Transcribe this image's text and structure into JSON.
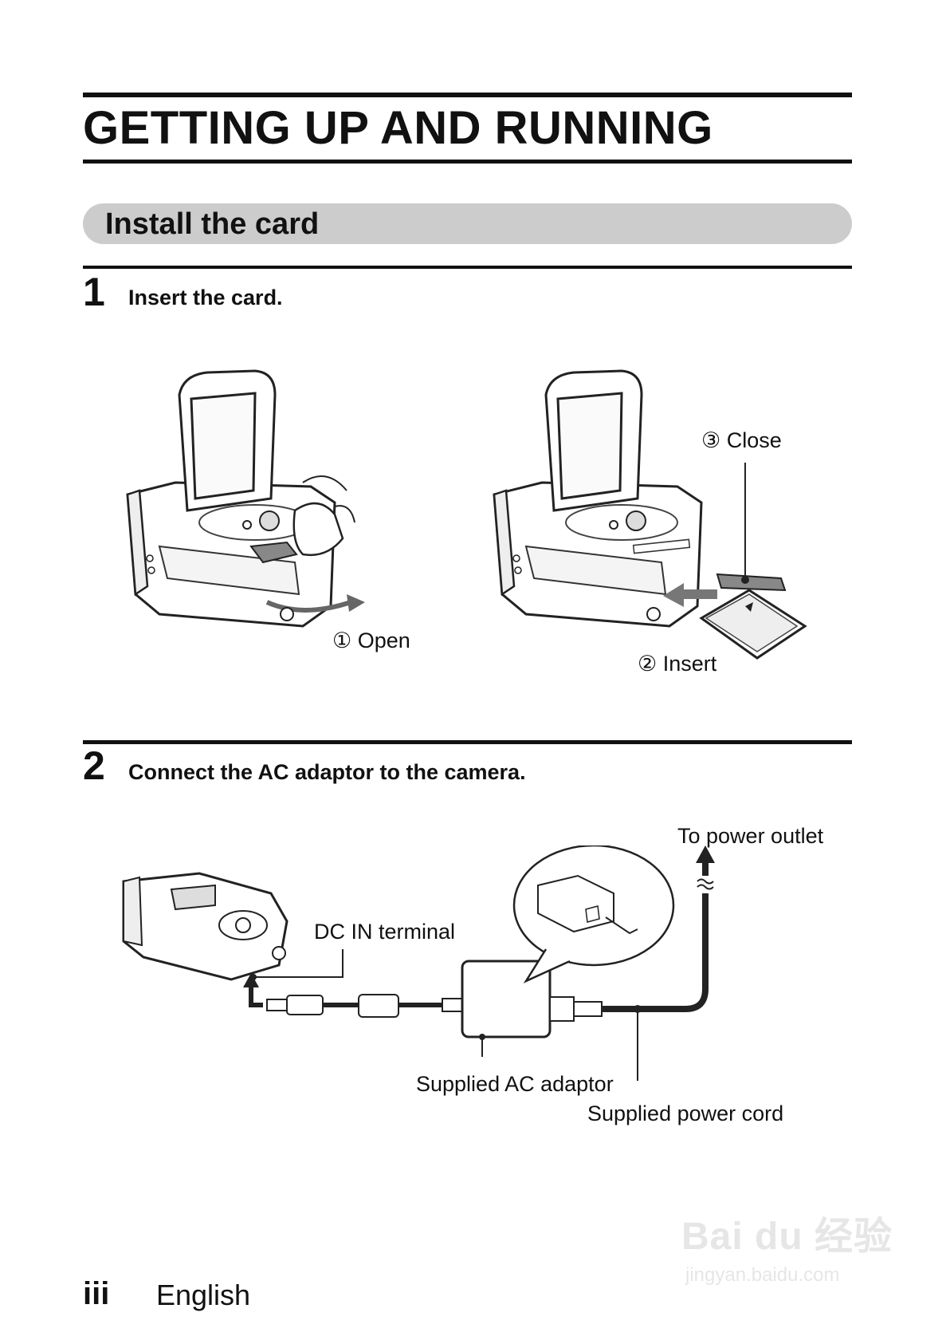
{
  "page": {
    "title": "GETTING UP AND RUNNING",
    "section_title": "Install the card"
  },
  "steps": [
    {
      "number": "1",
      "text": "Insert the card."
    },
    {
      "number": "2",
      "text": "Connect the AC adaptor to the camera."
    }
  ],
  "figure1": {
    "open_label": "① Open",
    "insert_label": "② Insert",
    "close_label": "③ Close"
  },
  "figure2": {
    "to_power_outlet": "To power outlet",
    "dc_in_terminal": "DC IN terminal",
    "supplied_ac_adaptor": "Supplied AC adaptor",
    "supplied_power_cord": "Supplied power cord"
  },
  "footer": {
    "page_number": "iii",
    "language": "English"
  },
  "watermark": {
    "text": "Bai du 经验",
    "url_text": "jingyan.baidu.com"
  }
}
